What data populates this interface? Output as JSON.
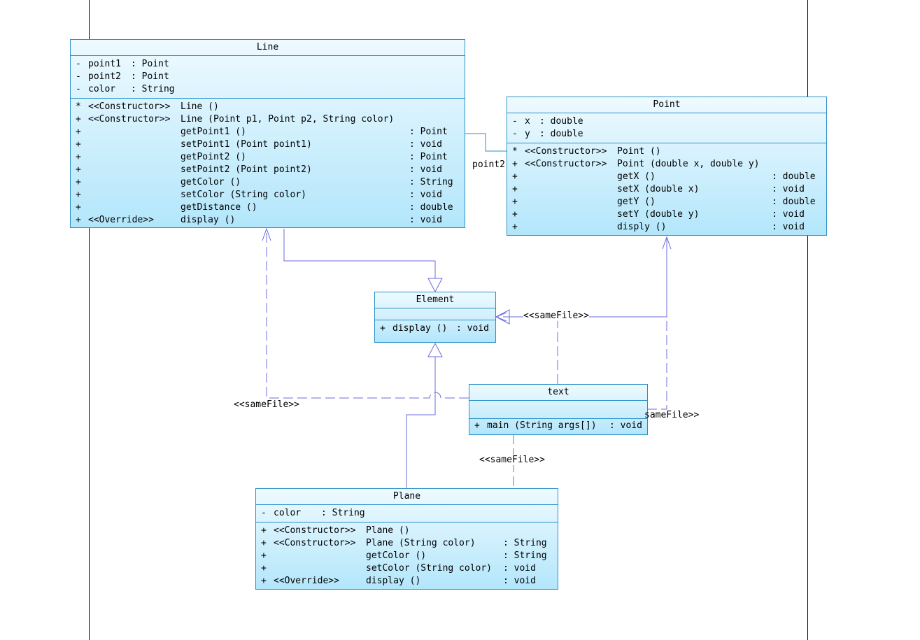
{
  "classes": {
    "line": {
      "title": "Line",
      "attrs": [
        {
          "vis": "-",
          "name": "point1",
          "type": ": Point"
        },
        {
          "vis": "-",
          "name": "point2",
          "type": ": Point"
        },
        {
          "vis": "-",
          "name": "color",
          "type": ": String"
        }
      ],
      "ops": [
        {
          "vis": "*",
          "stereo": "<<Constructor>>",
          "sig": "Line ()",
          "ret": ""
        },
        {
          "vis": "+",
          "stereo": "<<Constructor>>",
          "sig": "Line (Point p1, Point p2, String color)",
          "ret": ""
        },
        {
          "vis": "+",
          "stereo": "",
          "sig": "getPoint1 ()",
          "ret": ": Point"
        },
        {
          "vis": "+",
          "stereo": "",
          "sig": "setPoint1 (Point point1)",
          "ret": ": void"
        },
        {
          "vis": "+",
          "stereo": "",
          "sig": "getPoint2 ()",
          "ret": ": Point"
        },
        {
          "vis": "+",
          "stereo": "",
          "sig": "setPoint2 (Point point2)",
          "ret": ": void"
        },
        {
          "vis": "+",
          "stereo": "",
          "sig": "getColor ()",
          "ret": ": String"
        },
        {
          "vis": "+",
          "stereo": "",
          "sig": "setColor (String color)",
          "ret": ": void"
        },
        {
          "vis": "+",
          "stereo": "",
          "sig": "getDistance ()",
          "ret": ": double"
        },
        {
          "vis": "+",
          "stereo": "<<Override>>",
          "sig": "display ()",
          "ret": ": void"
        }
      ]
    },
    "point": {
      "title": "Point",
      "attrs": [
        {
          "vis": "-",
          "name": "x",
          "type": ": double"
        },
        {
          "vis": "-",
          "name": "y",
          "type": ": double"
        }
      ],
      "ops": [
        {
          "vis": "*",
          "stereo": "<<Constructor>>",
          "sig": "Point ()",
          "ret": ""
        },
        {
          "vis": "+",
          "stereo": "<<Constructor>>",
          "sig": "Point (double x, double y)",
          "ret": ""
        },
        {
          "vis": "+",
          "stereo": "",
          "sig": "getX ()",
          "ret": ": double"
        },
        {
          "vis": "+",
          "stereo": "",
          "sig": "setX (double x)",
          "ret": ": void"
        },
        {
          "vis": "+",
          "stereo": "",
          "sig": "getY ()",
          "ret": ": double"
        },
        {
          "vis": "+",
          "stereo": "",
          "sig": "setY (double y)",
          "ret": ": void"
        },
        {
          "vis": "+",
          "stereo": "",
          "sig": "disply ()",
          "ret": ": void"
        }
      ]
    },
    "element": {
      "title": "Element",
      "ops": [
        {
          "vis": "+",
          "sig": "display ()",
          "ret": ": void"
        }
      ]
    },
    "text": {
      "title": "text",
      "ops": [
        {
          "vis": "+",
          "sig": "main (String args[])",
          "ret": ": void"
        }
      ]
    },
    "plane": {
      "title": "Plane",
      "attrs": [
        {
          "vis": "-",
          "name": "color",
          "type": ": String"
        }
      ],
      "ops": [
        {
          "vis": "+",
          "stereo": "<<Constructor>>",
          "sig": "Plane ()",
          "ret": ""
        },
        {
          "vis": "+",
          "stereo": "<<Constructor>>",
          "sig": "Plane (String color)",
          "ret": ": String"
        },
        {
          "vis": "+",
          "stereo": "",
          "sig": "getColor ()",
          "ret": ": String"
        },
        {
          "vis": "+",
          "stereo": "",
          "sig": "setColor (String color)",
          "ret": ": void"
        },
        {
          "vis": "+",
          "stereo": "<<Override>>",
          "sig": "display ()",
          "ret": ": void"
        }
      ]
    }
  },
  "labels": {
    "point2_role": "point2",
    "samefile_element": "<<sameFile>>",
    "samefile_line": "<<sameFile>>",
    "samefile_point": "sameFile>>",
    "samefile_plane": "<<sameFile>>"
  },
  "colors": {
    "class_border": "#2a8fc9",
    "connector": "#6b6bdf",
    "role_connector": "#2a8fc9"
  }
}
